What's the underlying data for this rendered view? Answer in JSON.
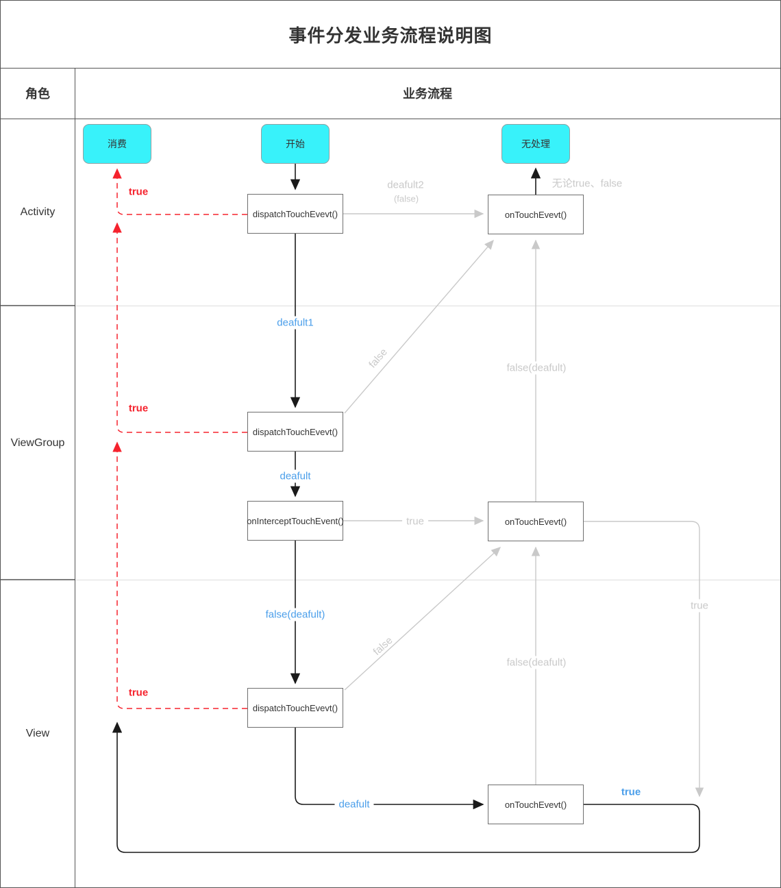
{
  "title": "事件分发业务流程说明图",
  "header": {
    "role": "角色",
    "process": "业务流程"
  },
  "lanes": [
    {
      "label": "Activity"
    },
    {
      "label": "ViewGroup"
    },
    {
      "label": "View"
    }
  ],
  "nodes": {
    "consume": "消费",
    "start": "开始",
    "no_handle": "无处理",
    "activity_dispatch": "dispatchTouchEvevt()",
    "activity_ontouch": "onTouchEvevt()",
    "viewgroup_dispatch": "dispatchTouchEvevt()",
    "viewgroup_intercept": "onInterceptTouchEvent()",
    "viewgroup_ontouch": "onTouchEvevt()",
    "view_dispatch": "dispatchTouchEvevt()",
    "view_ontouch": "onTouchEvevt()"
  },
  "labels": {
    "activity_true": "true",
    "viewgroup_true": "true",
    "view_true": "true",
    "deafult2": "deafult2",
    "deafult2_sub": "(false)",
    "no_matter_true_false": "无论true、false",
    "deafult1": "deafult1",
    "false_diag_upper": "false",
    "false_deafult_upper": "false(deafult)",
    "deafult_mid": "deafult",
    "true_mid": "true",
    "false_deafult_blue": "false(deafult)",
    "false_diag_lower": "false",
    "false_deafult_lower": "false(deafult)",
    "true_right": "true",
    "deafult_bottom": "deafult",
    "true_bottom": "true"
  },
  "colors": {
    "terminal_fill": "#38f2fa",
    "true_return": "#f5222d",
    "default_label": "#4a9eea",
    "alt_path": "#cccccc",
    "main_path": "#1a1a1a"
  }
}
